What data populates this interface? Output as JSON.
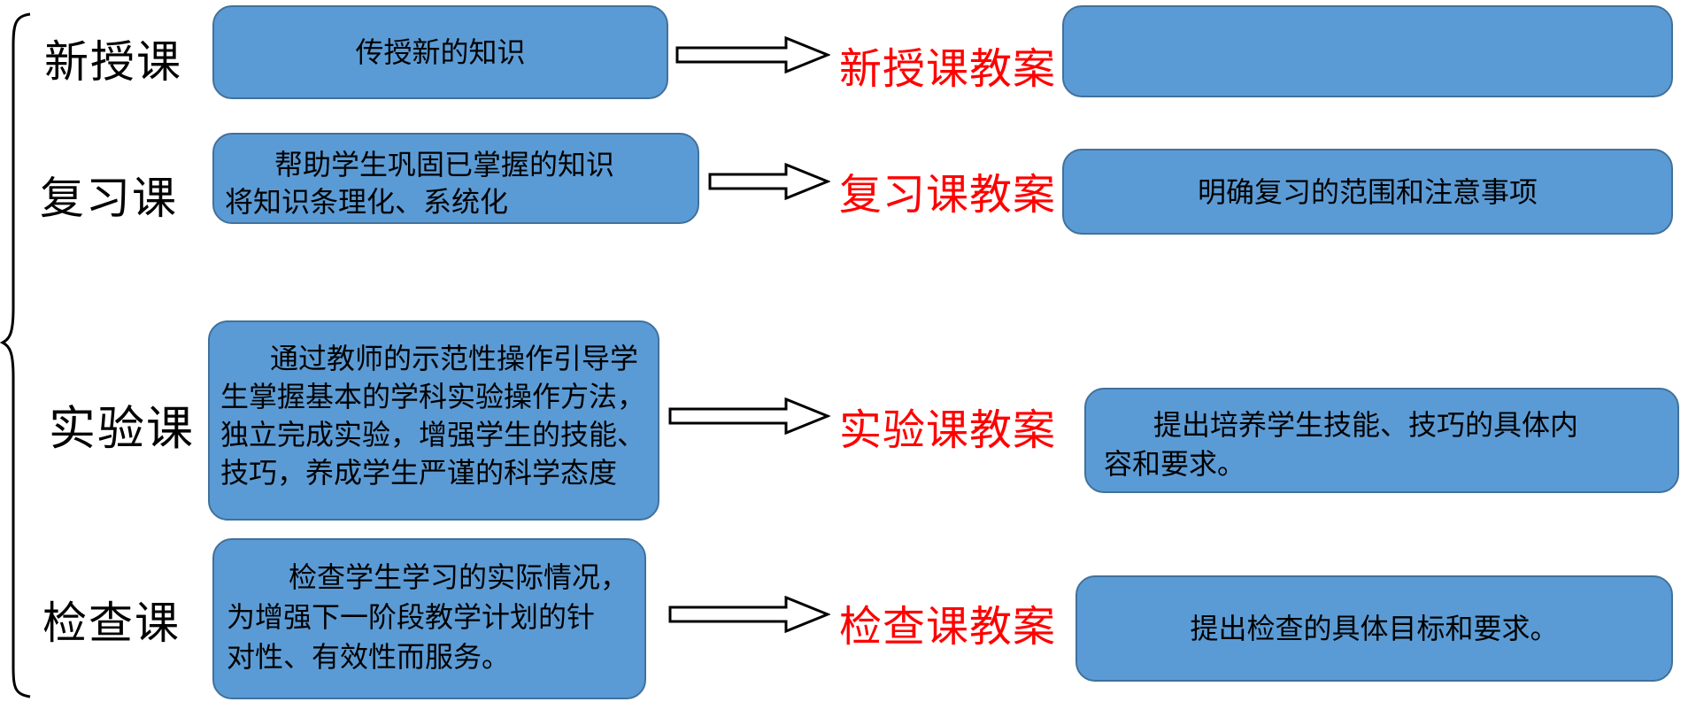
{
  "diagram_title": "",
  "colors": {
    "box_fill": "#5b9bd5",
    "box_border": "#41719c",
    "plan_label_red": "#ff0000",
    "text_black": "#000000",
    "background": "#ffffff"
  },
  "rows": [
    {
      "label": "新授课",
      "description_lines": [
        "传授新的知识"
      ],
      "plan_label": "新授课教案",
      "note_lines": []
    },
    {
      "label": "复习课",
      "description_lines": [
        "帮助学生巩固已掌握的知识",
        "将知识条理化、系统化"
      ],
      "plan_label": "复习课教案",
      "note_lines": [
        "明确复习的范围和注意事项"
      ]
    },
    {
      "label": "实验课",
      "description_lines": [
        "通过教师的示范性操作引导学",
        "生掌握基本的学科实验操作方法，",
        "独立完成实验，增强学生的技能、",
        "技巧，养成学生严谨的科学态度"
      ],
      "plan_label": "实验课教案",
      "note_lines": [
        "提出培养学生技能、技巧的具体内",
        "容和要求。"
      ]
    },
    {
      "label": "检查课",
      "description_lines": [
        "检查学生学习的实际情况，",
        "为增强下一阶段教学计划的针",
        "对性、有效性而服务。"
      ],
      "plan_label": "检查课教案",
      "note_lines": [
        "提出检查的具体目标和要求。"
      ]
    }
  ]
}
